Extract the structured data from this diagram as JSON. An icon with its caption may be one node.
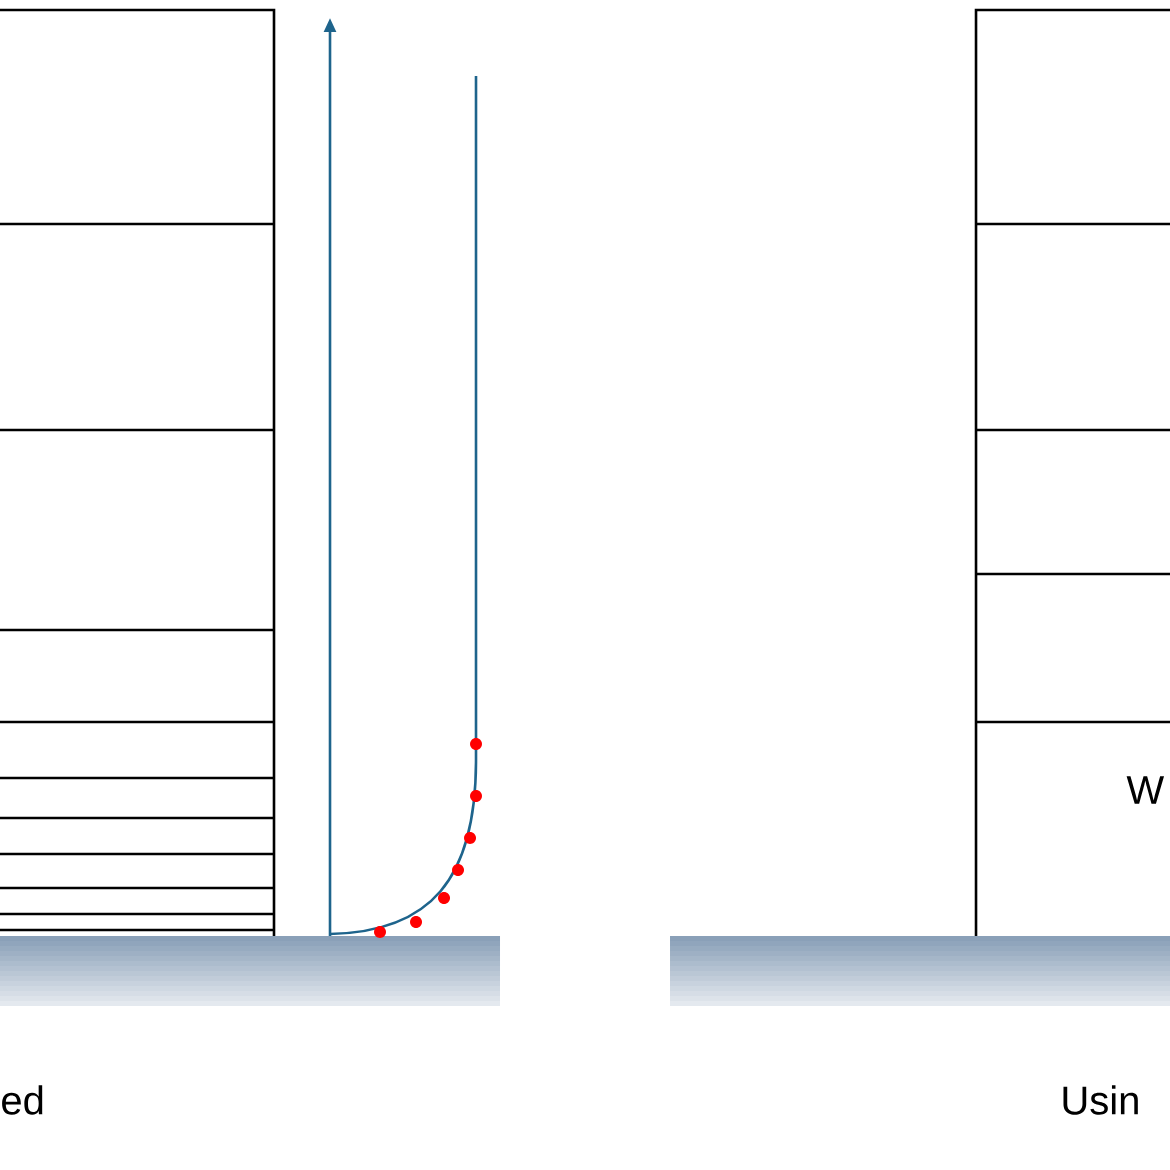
{
  "diagram": {
    "labels": [
      "W",
      "ed",
      "Usin"
    ]
  }
}
